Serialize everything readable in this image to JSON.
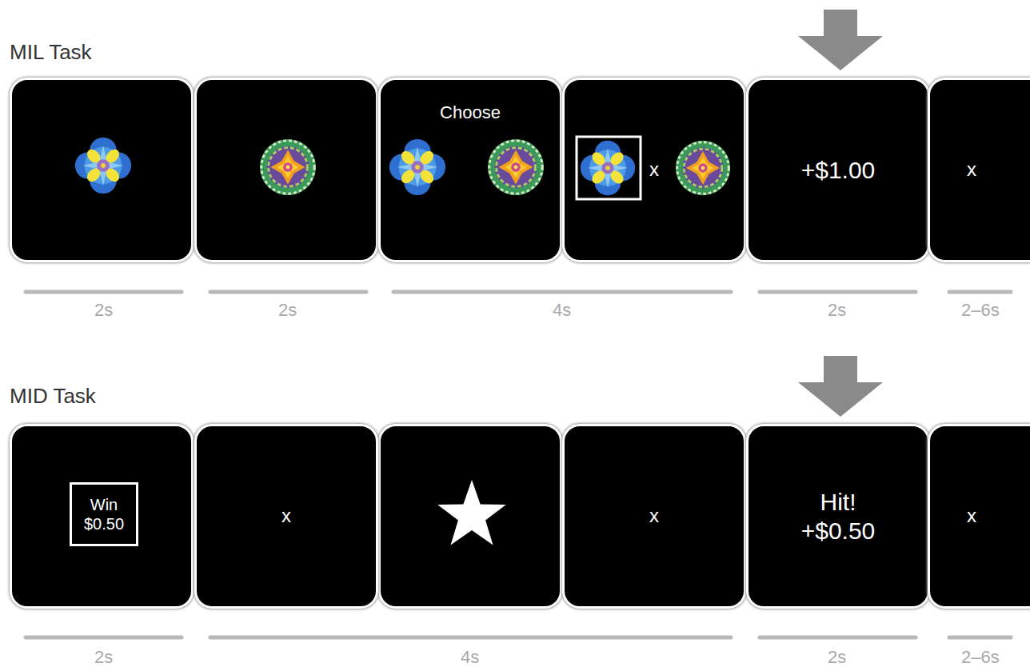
{
  "diagram": {
    "nodes": [
      {
        "text": [
          "Choose"
        ]
      },
      {
        "text": [
          "x"
        ]
      },
      {
        "text": [
          "+$1.00"
        ]
      },
      {
        "text": [
          "x"
        ]
      },
      {
        "text": [
          "Win",
          "$0.50"
        ]
      },
      {
        "text": [
          "x"
        ]
      },
      {
        "text": [
          "x"
        ]
      },
      {
        "text": [
          "Hit!",
          "+$0.50"
        ]
      },
      {
        "text": [
          "x"
        ]
      }
    ],
    "labels": [
      "MIL Task",
      "2s",
      "2s",
      "4s",
      "2s",
      "2–6s",
      "MID Task",
      "2s",
      "4s",
      "2s",
      "2–6s"
    ]
  }
}
